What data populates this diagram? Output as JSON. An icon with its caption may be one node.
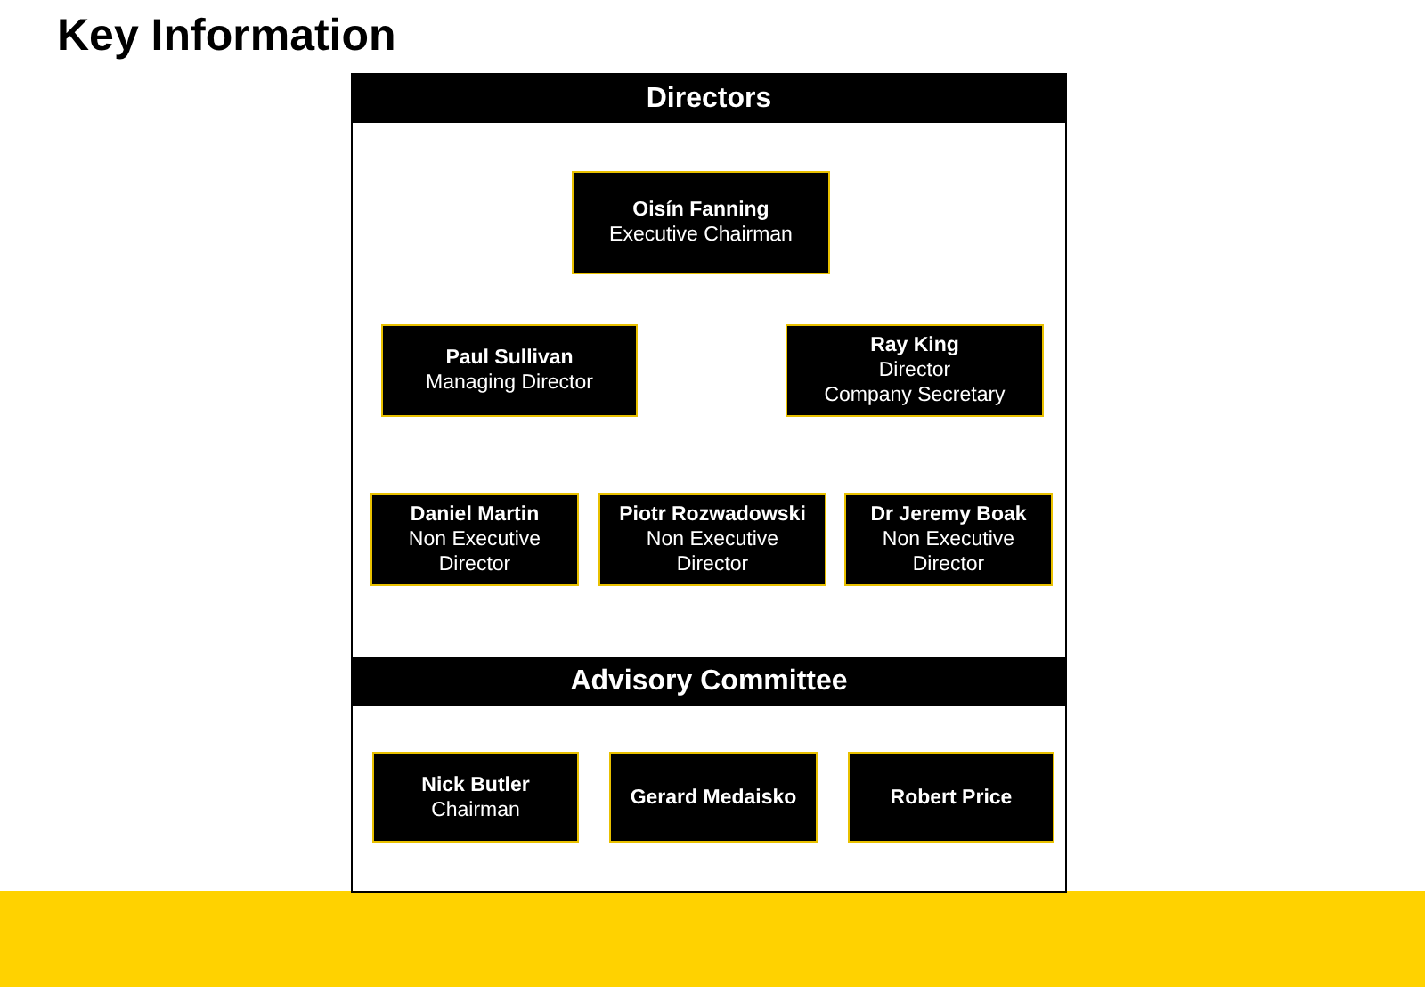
{
  "diagram": {
    "title": "Key Information",
    "nodes": [
      {
        "text": [],
        "shape": "box"
      },
      {
        "text": [
          "Directors"
        ],
        "in": 0
      },
      {
        "text": [
          "Oisín Fanning",
          "Executive Chairman"
        ],
        "in": 0
      },
      {
        "text": [
          "Paul Sullivan",
          "Managing Director"
        ],
        "in": 0
      },
      {
        "text": [
          "Ray King",
          "Director",
          "Company Secretary"
        ],
        "in": 0
      },
      {
        "text": [
          "Daniel Martin",
          "Non Executive Director"
        ],
        "in": 0
      },
      {
        "text": [
          "Piotr Rozwadowski",
          "Non Executive Director"
        ],
        "in": 0
      },
      {
        "text": [
          "Dr Jeremy Boak",
          "Non Executive Director"
        ],
        "in": 0
      },
      {
        "text": [
          "Advisory Committee"
        ],
        "in": 0
      },
      {
        "text": [
          "Nick Butler",
          "Chairman"
        ],
        "in": 0
      },
      {
        "text": [
          "Gerard Medaisko"
        ],
        "in": 0
      },
      {
        "text": [
          "Robert Price"
        ],
        "in": 0
      }
    ]
  }
}
